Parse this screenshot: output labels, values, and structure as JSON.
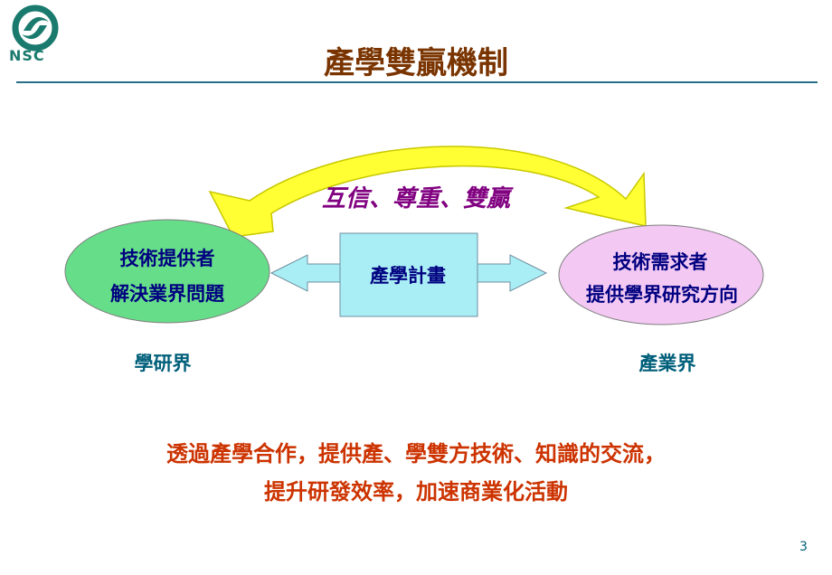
{
  "logo": {
    "text": "NSC",
    "color": "#1a7a6e"
  },
  "title": "產學雙贏機制",
  "colors": {
    "title": "#7a3400",
    "rule": "#2a6f8a",
    "navy": "#000080",
    "teal_text": "#005f7a",
    "purple": "#800080",
    "orange": "#cc3300",
    "green_fill": "#66dd88",
    "pink_fill": "#f3c8f3",
    "cyan_fill": "#a8eef4",
    "yellow": "#ffff33",
    "yellow_edge": "#c8c800"
  },
  "left_node": {
    "line1": "技術提供者",
    "line2": "解決業界問題",
    "caption": "學研界"
  },
  "center_node": {
    "label": "產學計畫"
  },
  "right_node": {
    "line1": "技術需求者",
    "line2": "提供學界研究方向",
    "caption": "產業界"
  },
  "arc_label": "互信、尊重、雙贏",
  "summary": {
    "line1": "透過產學合作，提供產、學雙方技術、知識的交流，",
    "line2": "提升研發效率，加速商業化活動"
  },
  "page_number": "3"
}
